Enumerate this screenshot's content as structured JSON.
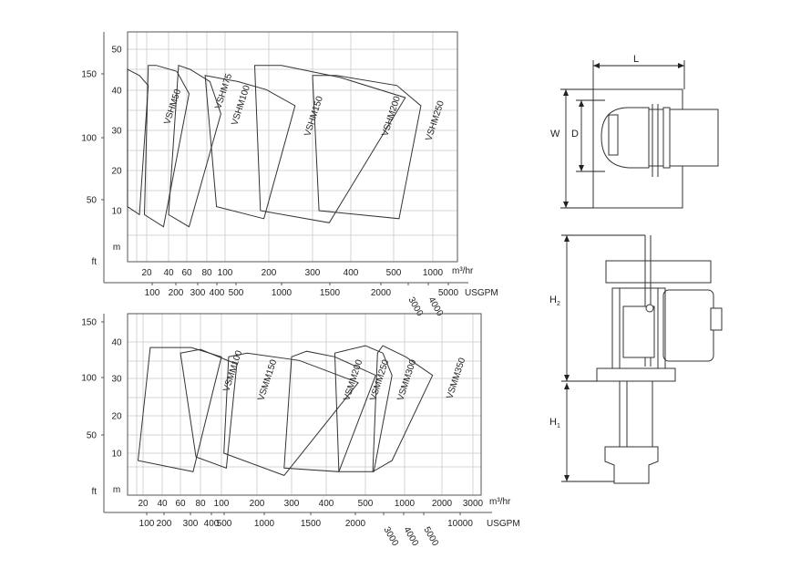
{
  "chart_data": [
    {
      "type": "area",
      "chart_id": "vshm",
      "left_axis_m": {
        "ticks": [
          10,
          20,
          30,
          40,
          50
        ],
        "unit": "m"
      },
      "left_axis_ft": {
        "ticks": [
          50,
          100,
          150
        ],
        "unit": "ft"
      },
      "bottom_axis_m3": {
        "ticks": [
          "20",
          "40",
          "60",
          "80",
          "100",
          "200",
          "300",
          "400",
          "500",
          "1000"
        ],
        "unit": "m³/hr"
      },
      "bottom_axis_gpm": {
        "ticks": [
          "100",
          "200",
          "300",
          "400",
          "500",
          "1000",
          "1500",
          "2000",
          "3000",
          "4000",
          "5000"
        ],
        "unit": "USGPM"
      },
      "series": [
        {
          "name": "VSHM50",
          "q": [
            13,
            17,
            21,
            17,
            13
          ],
          "h": [
            45,
            43.5,
            41,
            9,
            11
          ]
        },
        {
          "name": "VSHM75",
          "q": [
            21,
            27,
            48,
            62,
            34,
            19
          ],
          "h": [
            46,
            46,
            44.5,
            39,
            6,
            9
          ]
        },
        {
          "name": "VSHM100",
          "q": [
            50,
            63,
            83,
            95,
            62,
            40
          ],
          "h": [
            46,
            45,
            42,
            34,
            6,
            9
          ]
        },
        {
          "name": "VSHM150",
          "q": [
            78,
            122,
            192,
            255,
            185,
            90
          ],
          "h": [
            43.5,
            42,
            40,
            36,
            8,
            11
          ]
        },
        {
          "name": "VSHM200",
          "q": [
            160,
            225,
            370,
            615,
            340,
            175
          ],
          "h": [
            46,
            46,
            43,
            38,
            7,
            10
          ]
        },
        {
          "name": "VSHM250",
          "q": [
            300,
            360,
            530,
            810,
            550,
            315
          ],
          "h": [
            43.5,
            43.5,
            41,
            36,
            8,
            10
          ]
        }
      ]
    },
    {
      "type": "area",
      "chart_id": "vsmm",
      "left_axis_m": {
        "ticks": [
          10,
          20,
          30,
          40
        ],
        "unit": "m"
      },
      "left_axis_ft": {
        "ticks": [
          50,
          100,
          150
        ],
        "unit": "ft"
      },
      "bottom_axis_m3": {
        "ticks": [
          "20",
          "40",
          "60",
          "80",
          "100",
          "200",
          "300",
          "400",
          "500",
          "1000",
          "2000",
          "3000"
        ],
        "unit": "m³/hr"
      },
      "bottom_axis_gpm": {
        "ticks": [
          "100",
          "200",
          "300",
          "400",
          "500",
          "1000",
          "1500",
          "2000",
          "3000",
          "4000",
          "5000",
          "10000"
        ],
        "unit": "USGPM"
      },
      "series": [
        {
          "name": "VSMM100",
          "q": [
            26,
            70,
            100,
            72,
            16
          ],
          "h": [
            38.5,
            38.5,
            36,
            5,
            8
          ]
        },
        {
          "name": "VSMM150",
          "q": [
            60,
            80,
            135,
            110,
            75
          ],
          "h": [
            37,
            38,
            34,
            6,
            9
          ]
        },
        {
          "name": "VSMM200",
          "q": [
            115,
            165,
            320,
            480,
            275,
            105
          ],
          "h": [
            36,
            37,
            35,
            29,
            4,
            10
          ]
        },
        {
          "name": "VSMM250",
          "q": [
            300,
            340,
            420,
            600,
            430,
            275
          ],
          "h": [
            36,
            37.5,
            36,
            31,
            5,
            6
          ]
        },
        {
          "name": "VSMM300",
          "q": [
            420,
            500,
            680,
            800,
            580,
            430
          ],
          "h": [
            37,
            39,
            37,
            31,
            5,
            5
          ]
        },
        {
          "name": "VSMM350",
          "q": [
            620,
            680,
            1020,
            1680,
            800,
            570
          ],
          "h": [
            37,
            39,
            36,
            31,
            8,
            5
          ]
        }
      ]
    }
  ],
  "drawing": {
    "dim_L": "L",
    "dim_W": "W",
    "dim_D": "D",
    "dim_H2": "H",
    "dim_H2_sub": "2",
    "dim_H1": "H",
    "dim_H1_sub": "1"
  }
}
